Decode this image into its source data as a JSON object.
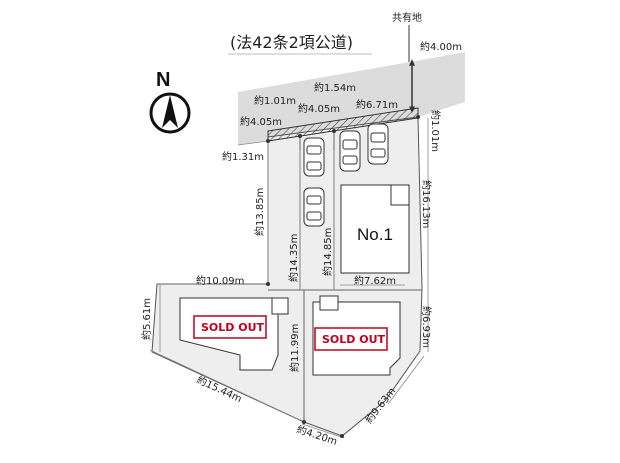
{
  "road_label": "(法42条2項公道)",
  "shared_land_label": "共有地",
  "north_label": "N",
  "lot_no1_label": "No.1",
  "sold_out_label": "SOLD OUT",
  "dimensions": {
    "road_width": "約4.00m",
    "d_1_01_top": "約1.01m",
    "d_1_54": "約1.54m",
    "d_4_05_left": "約4.05m",
    "d_4_05_mid": "約4.05m",
    "d_6_71": "約6.71m",
    "d_1_01_right": "約1.01m",
    "d_1_31": "約1.31m",
    "d_13_85": "約13.85m",
    "d_14_35": "約14.35m",
    "d_14_85": "約14.85m",
    "d_16_13": "約16.13m",
    "d_7_62": "約7.62m",
    "d_10_09": "約10.09m",
    "d_5_61": "約5.61m",
    "d_11_99": "約11.99m",
    "d_6_93": "約6.93m",
    "d_15_44": "約15.44m",
    "d_9_63": "約9.63m",
    "d_4_20": "約4.20m"
  }
}
